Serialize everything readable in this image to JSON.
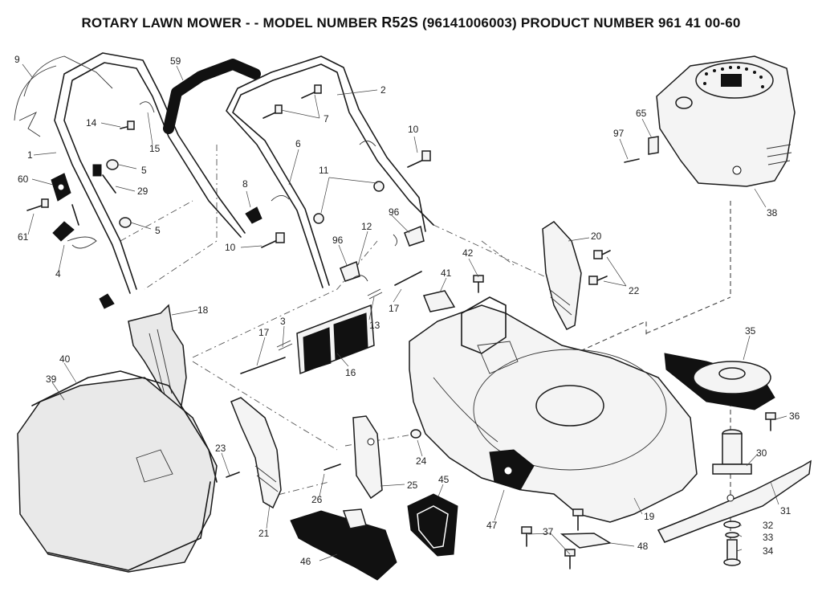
{
  "header": {
    "title_prefix": "ROTARY LAWN MOWER - - MODEL NUMBER",
    "model": "R52S",
    "title_suffix": "(96141006003) PRODUCT NUMBER 961 41 00-60"
  },
  "part_labels": [
    {
      "id": "p9",
      "text": "9"
    },
    {
      "id": "p59",
      "text": "59"
    },
    {
      "id": "p2",
      "text": "2"
    },
    {
      "id": "p7",
      "text": "7"
    },
    {
      "id": "p14",
      "text": "14"
    },
    {
      "id": "p15",
      "text": "15"
    },
    {
      "id": "p1",
      "text": "1"
    },
    {
      "id": "p5a",
      "text": "5"
    },
    {
      "id": "p5b",
      "text": "5"
    },
    {
      "id": "p60",
      "text": "60"
    },
    {
      "id": "p29",
      "text": "29"
    },
    {
      "id": "p61",
      "text": "61"
    },
    {
      "id": "p4",
      "text": "4"
    },
    {
      "id": "p6",
      "text": "6"
    },
    {
      "id": "p8",
      "text": "8"
    },
    {
      "id": "p10a",
      "text": "10"
    },
    {
      "id": "p10b",
      "text": "10"
    },
    {
      "id": "p11",
      "text": "11"
    },
    {
      "id": "p12",
      "text": "12"
    },
    {
      "id": "p96a",
      "text": "96"
    },
    {
      "id": "p96b",
      "text": "96"
    },
    {
      "id": "p65",
      "text": "65"
    },
    {
      "id": "p97",
      "text": "97"
    },
    {
      "id": "p38",
      "text": "38"
    },
    {
      "id": "p20",
      "text": "20"
    },
    {
      "id": "p22",
      "text": "22"
    },
    {
      "id": "p42",
      "text": "42"
    },
    {
      "id": "p41",
      "text": "41"
    },
    {
      "id": "p17a",
      "text": "17"
    },
    {
      "id": "p17b",
      "text": "17"
    },
    {
      "id": "p13",
      "text": "13"
    },
    {
      "id": "p3",
      "text": "3"
    },
    {
      "id": "p16",
      "text": "16"
    },
    {
      "id": "p18",
      "text": "18"
    },
    {
      "id": "p35",
      "text": "35"
    },
    {
      "id": "p36",
      "text": "36"
    },
    {
      "id": "p30",
      "text": "30"
    },
    {
      "id": "p31",
      "text": "31"
    },
    {
      "id": "p32",
      "text": "32"
    },
    {
      "id": "p33",
      "text": "33"
    },
    {
      "id": "p34",
      "text": "34"
    },
    {
      "id": "p40",
      "text": "40"
    },
    {
      "id": "p39",
      "text": "39"
    },
    {
      "id": "p23",
      "text": "23"
    },
    {
      "id": "p21",
      "text": "21"
    },
    {
      "id": "p26",
      "text": "26"
    },
    {
      "id": "p25",
      "text": "25"
    },
    {
      "id": "p24",
      "text": "24"
    },
    {
      "id": "p45",
      "text": "45"
    },
    {
      "id": "p46",
      "text": "46"
    },
    {
      "id": "p47",
      "text": "47"
    },
    {
      "id": "p19",
      "text": "19"
    },
    {
      "id": "p37",
      "text": "37"
    },
    {
      "id": "p48",
      "text": "48"
    }
  ]
}
